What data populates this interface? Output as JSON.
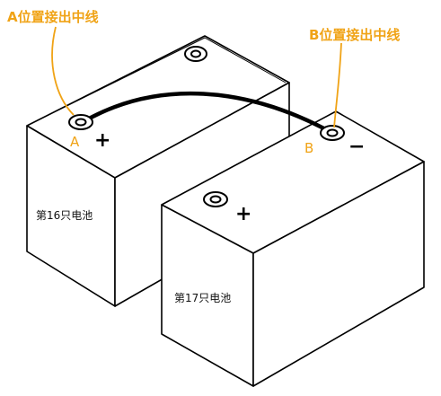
{
  "callouts": {
    "a": "A位置接出中线",
    "b": "B位置接出中线"
  },
  "terminals": {
    "a_letter": "A",
    "b_letter": "B"
  },
  "batteries": {
    "left": {
      "label": "第16只电池",
      "sign": "+"
    },
    "right": {
      "label": "第17只电池",
      "sign_top": "−",
      "sign_front": "+"
    }
  },
  "colors": {
    "callout": "#f0a316",
    "outline": "#000000",
    "wire": "#000000"
  }
}
